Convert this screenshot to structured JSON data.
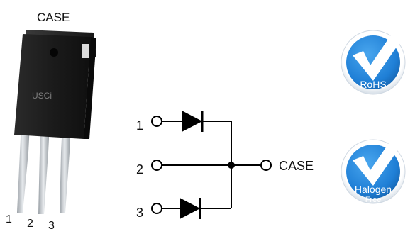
{
  "package": {
    "case_label": "CASE",
    "brand": "USCi",
    "pin_labels": [
      "1",
      "2",
      "3"
    ]
  },
  "schematic": {
    "pin_labels": [
      "1",
      "2",
      "3"
    ],
    "case_label": "CASE"
  },
  "badges": {
    "rohs": {
      "label": "RoHS"
    },
    "halogen": {
      "line1": "Halogen",
      "line2": "Free"
    }
  },
  "colors": {
    "badge_blue": "#1f7fd6",
    "badge_rim": "#e6edf4",
    "package_black": "#1a1a1a",
    "lead_silver": "#c8ccd0",
    "wire": "#000000"
  }
}
